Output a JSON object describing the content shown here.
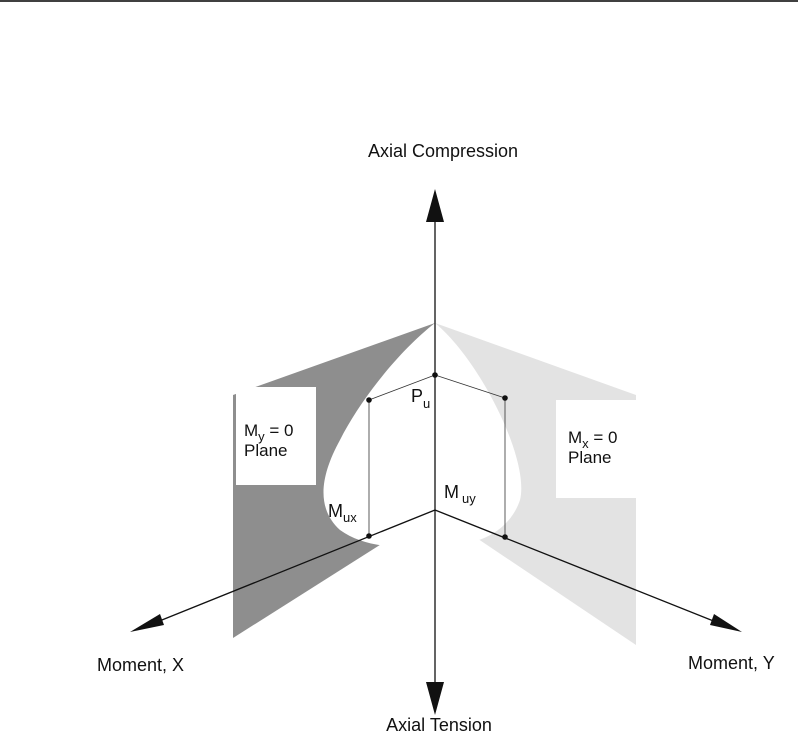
{
  "labels": {
    "axial_compression": "Axial Compression",
    "axial_tension": "Axial Tension",
    "moment_x": "Moment, X",
    "moment_y": "Moment, Y",
    "pu": {
      "main": "P",
      "sub": "u"
    },
    "mux": {
      "main": "M",
      "sub": "ux"
    },
    "muy": {
      "main": "M",
      "sub": "uy"
    },
    "my_plane": {
      "main": "M",
      "sub": "y",
      "eq": " = 0",
      "line2": "Plane"
    },
    "mx_plane": {
      "main": "M",
      "sub": "x",
      "eq": " = 0",
      "line2": "Plane"
    }
  },
  "colors": {
    "plane_dark": "#8e8e8e",
    "plane_light": "#e3e3e3",
    "surface": "#ffffff",
    "line": "#111111"
  }
}
